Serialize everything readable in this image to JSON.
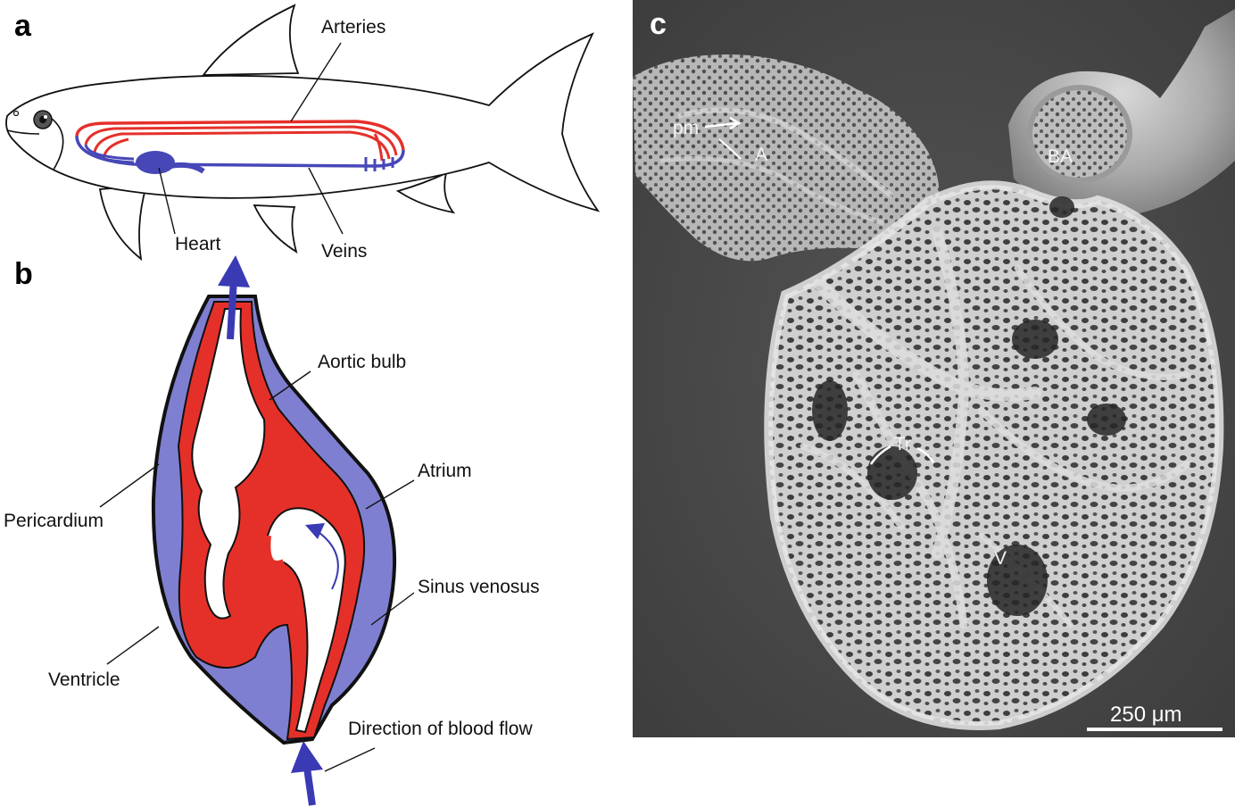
{
  "panels": {
    "a": {
      "letter": "a",
      "labels": {
        "arteries": "Arteries",
        "heart": "Heart",
        "veins": "Veins"
      }
    },
    "b": {
      "letter": "b",
      "labels": {
        "aortic_bulb": "Aortic bulb",
        "atrium": "Atrium",
        "pericardium": "Pericardium",
        "sinus_venosus": "Sinus venosus",
        "ventricle": "Ventricle",
        "flow": "Direction of blood flow"
      }
    },
    "c": {
      "letter": "c",
      "labels": {
        "pm": "pm",
        "a": "A",
        "ba": "BA",
        "tr": "Tr",
        "v": "V"
      },
      "scale_bar": "250 μm"
    }
  },
  "colors": {
    "artery_red": "#e5302a",
    "vein_blue": "#4747b8",
    "pericardial_blue": "#7f7fd1",
    "arrow_blue": "#3a3ab5",
    "sem_background": "#4a4a4a"
  }
}
